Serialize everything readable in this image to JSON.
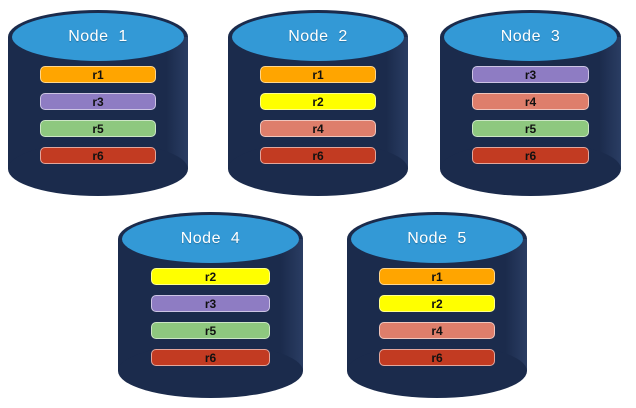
{
  "palette": {
    "cylinder_body": "#1B2B4C",
    "cylinder_top": "#3399D6",
    "r1": "#FFA500",
    "r2": "#FFFF00",
    "r3": "#8E7CC3",
    "r4": "#DE7E6B",
    "r5": "#8EC87F",
    "r6": "#C23B22"
  },
  "nodes": [
    {
      "title": "Node  1",
      "bars": [
        {
          "label": "r1",
          "color": "#FFA500"
        },
        {
          "label": "r3",
          "color": "#8E7CC3"
        },
        {
          "label": "r5",
          "color": "#8EC87F"
        },
        {
          "label": "r6",
          "color": "#C23B22"
        }
      ]
    },
    {
      "title": "Node  2",
      "bars": [
        {
          "label": "r1",
          "color": "#FFA500"
        },
        {
          "label": "r2",
          "color": "#FFFF00"
        },
        {
          "label": "r4",
          "color": "#DE7E6B"
        },
        {
          "label": "r6",
          "color": "#C23B22"
        }
      ]
    },
    {
      "title": "Node  3",
      "bars": [
        {
          "label": "r3",
          "color": "#8E7CC3"
        },
        {
          "label": "r4",
          "color": "#DE7E6B"
        },
        {
          "label": "r5",
          "color": "#8EC87F"
        },
        {
          "label": "r6",
          "color": "#C23B22"
        }
      ]
    },
    {
      "title": "Node  4",
      "bars": [
        {
          "label": "r2",
          "color": "#FFFF00"
        },
        {
          "label": "r3",
          "color": "#8E7CC3"
        },
        {
          "label": "r5",
          "color": "#8EC87F"
        },
        {
          "label": "r6",
          "color": "#C23B22"
        }
      ]
    },
    {
      "title": "Node  5",
      "bars": [
        {
          "label": "r1",
          "color": "#FFA500"
        },
        {
          "label": "r2",
          "color": "#FFFF00"
        },
        {
          "label": "r4",
          "color": "#DE7E6B"
        },
        {
          "label": "r6",
          "color": "#C23B22"
        }
      ]
    }
  ]
}
